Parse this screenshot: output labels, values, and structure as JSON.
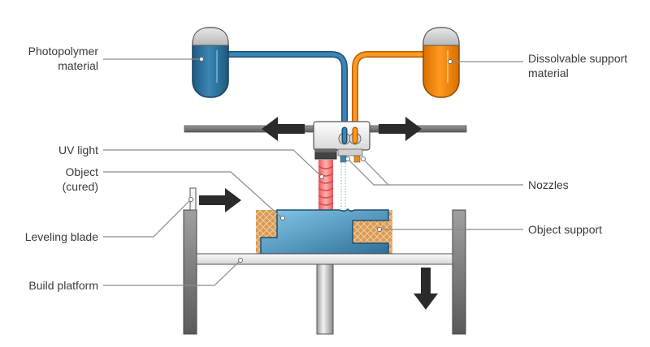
{
  "diagram": {
    "title": "Material jetting 3D printing process",
    "labels": {
      "photopolymer": [
        "Photopolymer",
        "material"
      ],
      "dissolvable": [
        "Dissolvable support",
        "material"
      ],
      "uv_light": "UV light",
      "object": [
        "Object",
        "(cured)"
      ],
      "leveling_blade": "Leveling blade",
      "build_platform": "Build platform",
      "nozzles": "Nozzles",
      "object_support": "Object support"
    },
    "colors": {
      "photopolymer": "#2f6f99",
      "support": "#f08a10",
      "object": "#5aa9d8",
      "uv": "#f06a6a",
      "support_fill": "#e0a96a",
      "frame": "#7a7a7a",
      "arrow": "#2b2b2b"
    },
    "motion": {
      "print_head": "left-right",
      "leveling_blade": "right",
      "build_platform": "down"
    }
  }
}
